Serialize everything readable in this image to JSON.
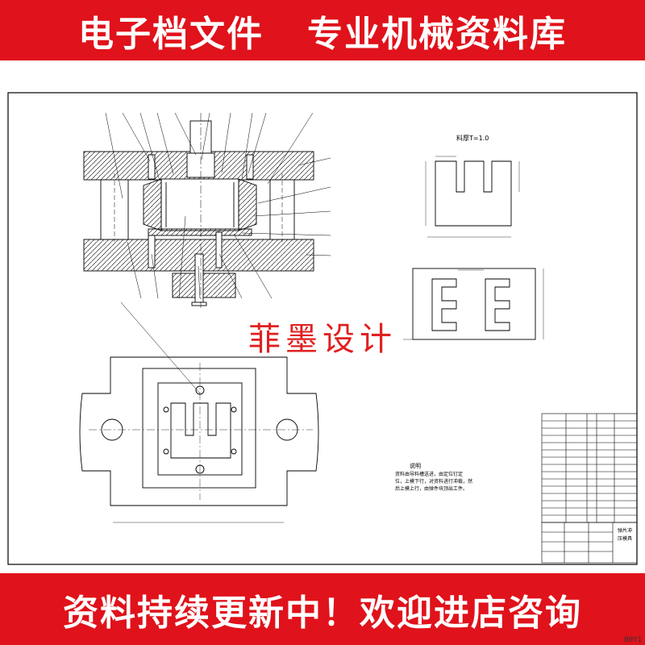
{
  "header": {
    "left_text": "电子档文件",
    "right_text": "专业机械资料库"
  },
  "footer": {
    "text": "资料持续更新中！欢迎进店咨询"
  },
  "watermark": "菲墨设计",
  "drawing": {
    "part_label": "料厚T=1.0",
    "notes_title": "说明",
    "notes_lines": [
      "资料由导料槽送进，由定位钉定",
      "位，上模下行，对资料进行冲裁，然",
      "后上模上行，由弹件块顶出工件。"
    ],
    "title_block": {
      "name_line1": "弹片冲",
      "name_line2": "压模具"
    }
  },
  "corner_code": "B0Y1",
  "colors": {
    "banner": "#e0121b",
    "line": "#000000",
    "watermark": "#e02020"
  }
}
